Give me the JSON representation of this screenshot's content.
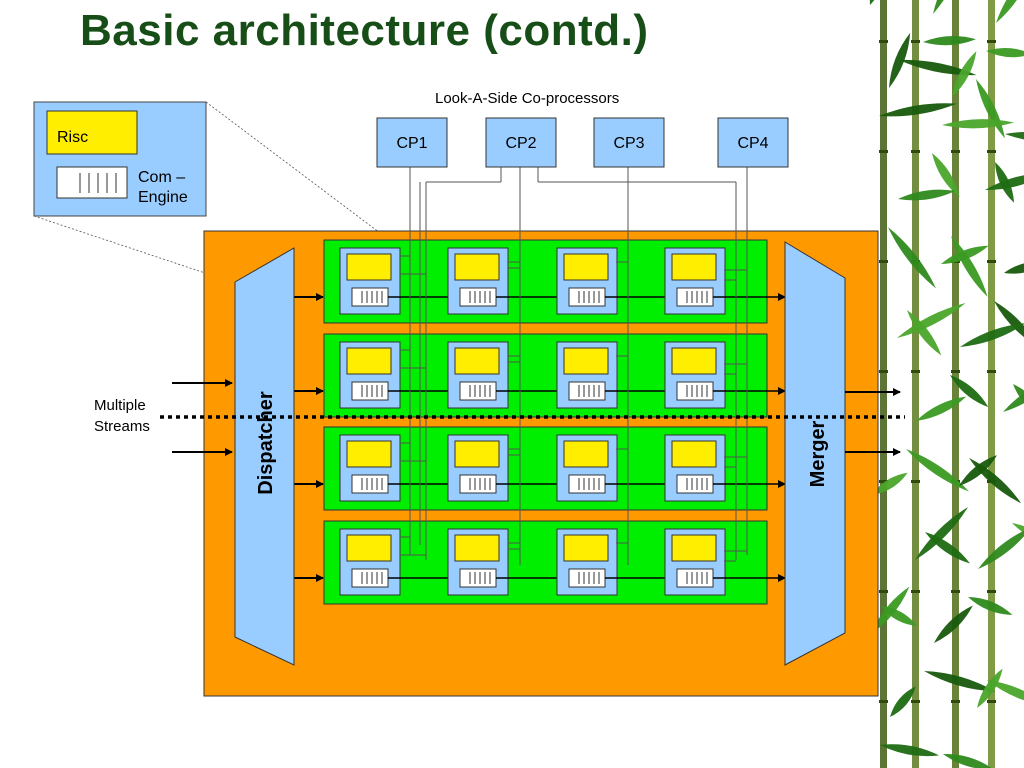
{
  "slide": {
    "title": "Basic architecture (contd.)"
  },
  "diagram": {
    "coprocessor_group_label": "Look-A-Side Co-processors",
    "coprocessors": [
      "CP1",
      "CP2",
      "CP3",
      "CP4"
    ],
    "legend": {
      "risc_label": "Risc",
      "com_engine_label_line1": "Com –",
      "com_engine_label_line2": "Engine"
    },
    "input_label_line1": "Multiple",
    "input_label_line2": "Streams",
    "dispatcher_label": "Dispatcher",
    "merger_label": "Merger",
    "pipeline_rows": 4,
    "engines_per_row": 4,
    "colors": {
      "chip_background": "#ff9900",
      "pipeline_row": "#00ee00",
      "engine_block": "#99ccff",
      "risc": "#ffee00",
      "title": "#174d17"
    }
  }
}
